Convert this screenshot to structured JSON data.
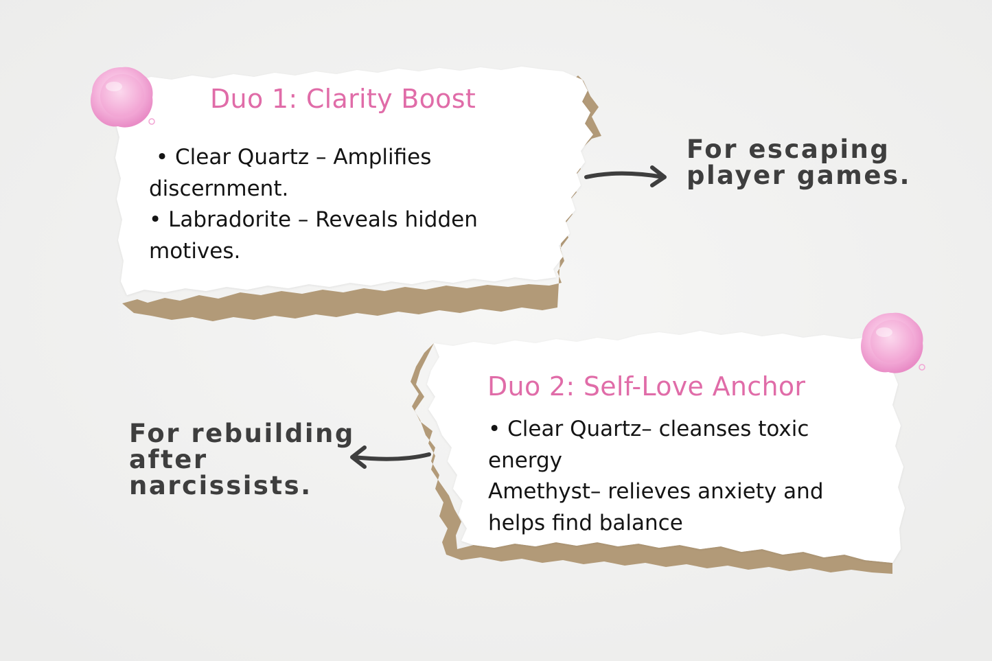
{
  "colors": {
    "background": "#f2f2f1",
    "paper": "#ffffff",
    "torn_edge": "#b29a78",
    "title": "#e06ca8",
    "body_text": "#141414",
    "caption_text": "#3e3e3e",
    "arrow": "#3e3e3e",
    "seal": "#f6b8de"
  },
  "icons": {
    "seal": "wax-seal-icon",
    "arrow_right": "arrow-right-icon",
    "arrow_left": "arrow-left-icon"
  },
  "duo1": {
    "title": "Duo 1: Clarity Boost",
    "lines": [
      " • Clear Quartz – Amplifies",
      "discernment.",
      "• Labradorite – Reveals hidden",
      "motives."
    ],
    "caption_lines": [
      "For escaping",
      "player games."
    ]
  },
  "duo2": {
    "title": "Duo 2: Self-Love Anchor",
    "lines": [
      "• Clear Quartz– cleanses toxic",
      "energy",
      "Amethyst– relieves anxiety and",
      "helps find balance"
    ],
    "caption_lines": [
      "For rebuilding",
      "after",
      "narcissists."
    ]
  }
}
